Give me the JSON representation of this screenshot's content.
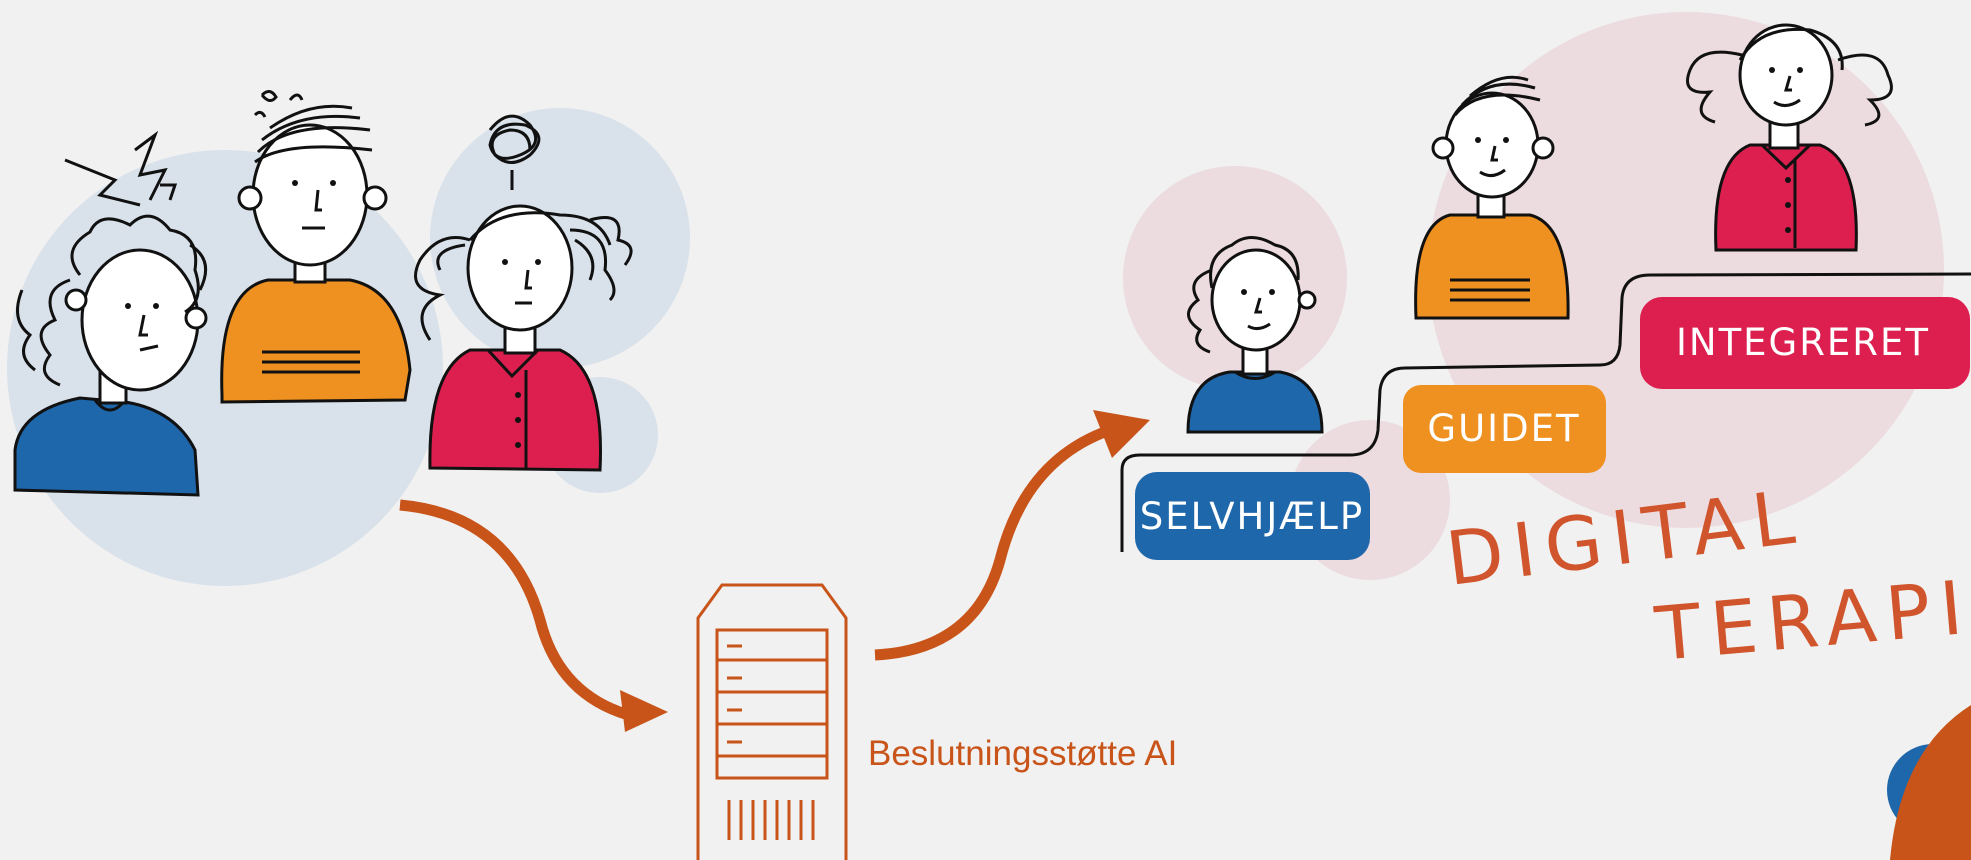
{
  "server_label": "Beslutningsstøtte AI",
  "steps": [
    {
      "label": "SELVHJÆLP",
      "color": "#1e67ab"
    },
    {
      "label": "GUIDET",
      "color": "#ef9120"
    },
    {
      "label": "INTEGRERET",
      "color": "#dc1f4f"
    }
  ],
  "heading_line1": "DIGITAL",
  "heading_line2": "TERAPI",
  "colors": {
    "background": "#f1f1f1",
    "left_circle": "#d9e2ea",
    "right_circle": "#ecdbdf",
    "arrow": "#c8541a",
    "blue_shirt": "#1e67ab",
    "orange_shirt": "#ef9120",
    "red_shirt": "#dc1f4f"
  }
}
